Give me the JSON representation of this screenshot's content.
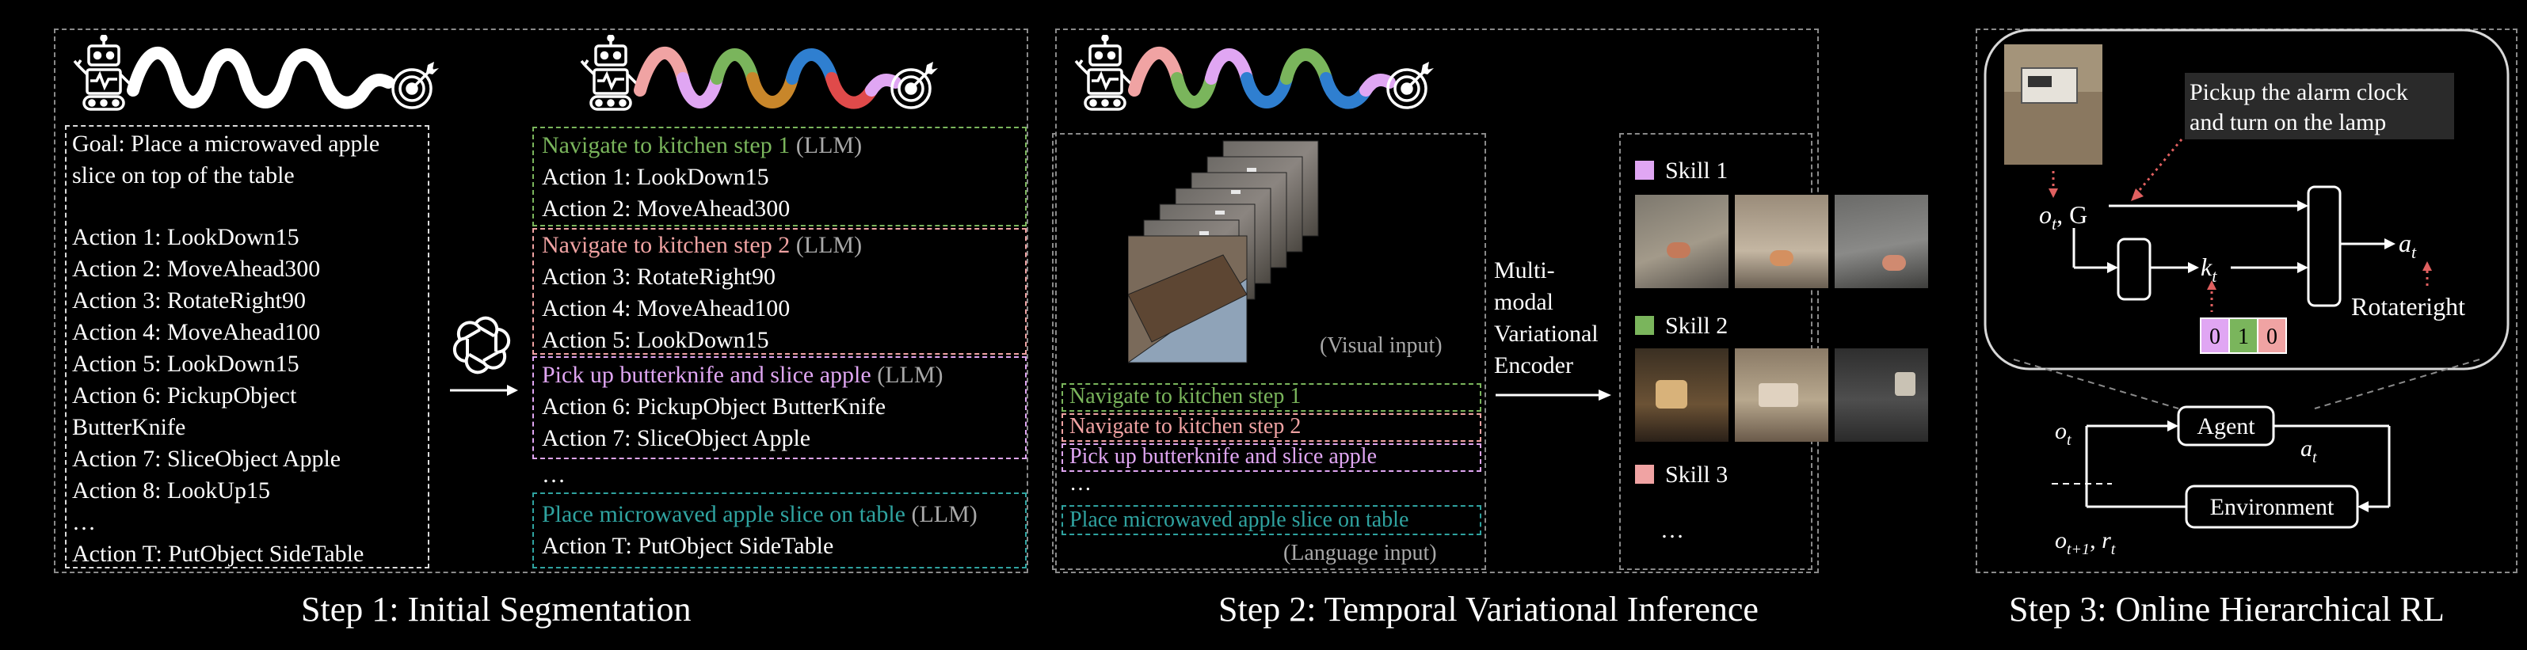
{
  "step1": {
    "caption": "Step 1: Initial Segmentation",
    "goal_lines": [
      "Goal: Place a microwaved  apple",
      "slice on top of the table"
    ],
    "actions": [
      "Action 1: LookDown15",
      "Action 2: MoveAhead300",
      "Action 3: RotateRight90",
      "Action 4: MoveAhead100",
      "Action 5: LookDown15",
      "Action 6: PickupObject",
      "ButterKnife",
      "Action 7: SliceObject Apple",
      "Action 8: LookUp15",
      "…",
      "Action T: PutObject SideTable"
    ],
    "segments": [
      {
        "title": "Navigate  to kitchen step 1",
        "tag": "(LLM)",
        "color": "#7ab55c",
        "actions": [
          "Action 1: LookDown15",
          "Action 2: MoveAhead300"
        ]
      },
      {
        "title": "Navigate  to kitchen step 2",
        "tag": "(LLM)",
        "color": "#f0a3a3",
        "actions": [
          "Action 3: RotateRight90",
          "Action 4: MoveAhead100",
          "Action 5: LookDown15"
        ]
      },
      {
        "title": "Pick up butterknife and slice apple",
        "tag": "(LLM)",
        "color": "#e0a6f3",
        "actions": [
          "Action 6: PickupObject ButterKnife",
          "Action 7: SliceObject Apple"
        ]
      }
    ],
    "ellipsis": "…",
    "last_segment": {
      "title": "Place microwaved  apple slice on table",
      "tag": "(LLM)",
      "color": "#2fa3a0",
      "action": "Action T: PutObject SideTable"
    }
  },
  "step2": {
    "caption": "Step 2: Temporal Variational Inference",
    "visual_input": "(Visual input)",
    "language_items": [
      {
        "text": "Navigate  to kitchen step 1",
        "color": "#7ab55c"
      },
      {
        "text": "Navigate  to kitchen step 2",
        "color": "#f0a3a3"
      },
      {
        "text": "Pick up butterknife and slice apple",
        "color": "#e0a6f3"
      }
    ],
    "language_ellipsis": "…",
    "language_last": {
      "text": "Place microwaved  apple slice on table",
      "color": "#2fa3a0"
    },
    "language_input": "(Language input)",
    "encoder_lines": [
      "Multi-",
      "modal",
      "Variational",
      "Encoder"
    ],
    "skills": [
      {
        "label": "Skill 1",
        "color": "#e0a6f3"
      },
      {
        "label": "Skill 2",
        "color": "#7ab55c"
      },
      {
        "label": "Skill 3",
        "color": "#f0a3a3"
      }
    ],
    "skills_ellipsis": "…"
  },
  "step3": {
    "caption": "Step 3: Online Hierarchical RL",
    "instruction_lines": [
      "Pickup the alarm clock",
      "and turn on the lamp"
    ],
    "obs_goal": "o_t, G",
    "latent": "k_t",
    "action": "a_t",
    "onehot": [
      "0",
      "1",
      "0"
    ],
    "onehot_colors": [
      "#e0a6f3",
      "#7ab55c",
      "#f0a3a3"
    ],
    "action_label": "Rotateright",
    "agent": "Agent",
    "environment": "Environment",
    "loop_obs": "o_t",
    "loop_action": "a_t",
    "loop_next": "o_{t+1}, r_t"
  },
  "colors": {
    "green": "#7ab55c",
    "pink": "#f0a3a3",
    "purple": "#e0a6f3",
    "teal": "#2fa3a0",
    "orange": "#c8862a",
    "blue": "#2f7fd0",
    "red": "#e04a4a",
    "gray_text": "#a8a8a8"
  },
  "icons": [
    "robot-icon",
    "target-icon",
    "openai-logo-icon"
  ]
}
